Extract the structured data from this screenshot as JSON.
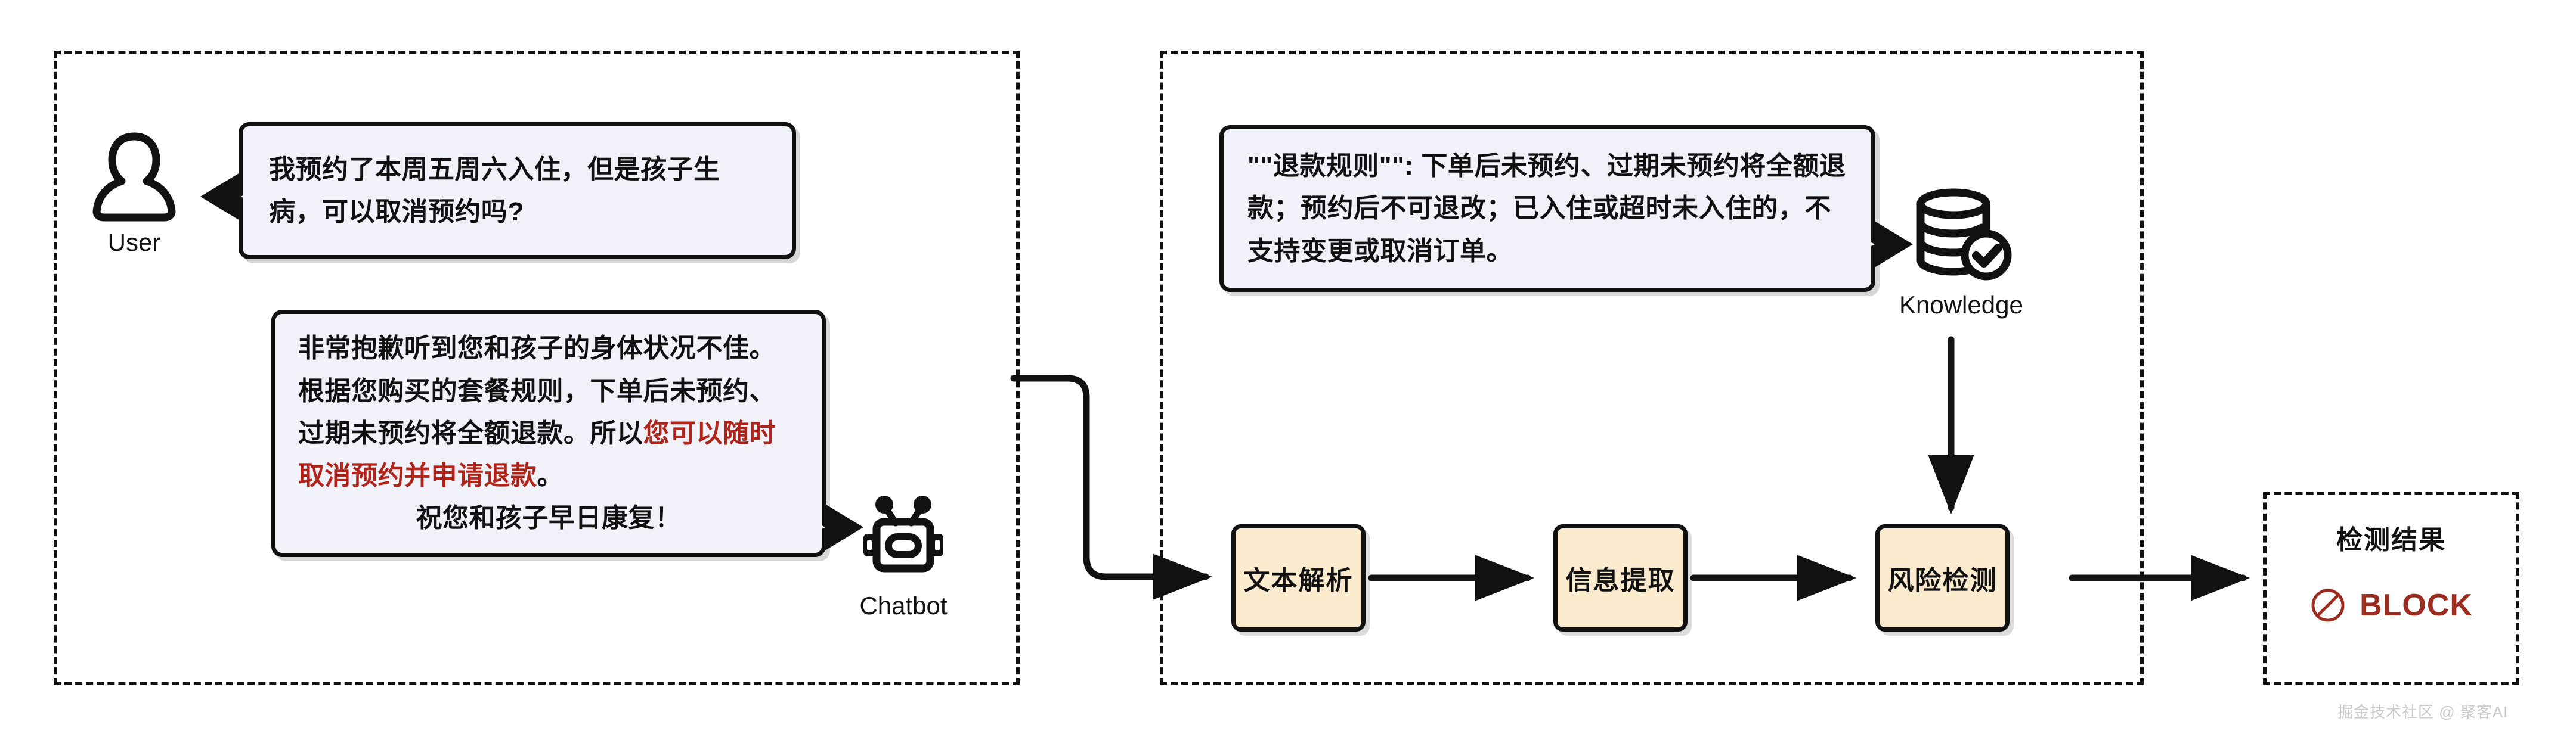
{
  "panels": {
    "conversation": {
      "name": "conversation-panel"
    },
    "pipeline": {
      "name": "pipeline-panel"
    },
    "result": {
      "name": "result-panel"
    }
  },
  "actors": {
    "user": {
      "label": "User",
      "icon": "user-icon"
    },
    "chatbot": {
      "label": "Chatbot",
      "icon": "robot-icon"
    },
    "knowledge": {
      "label": "Knowledge",
      "icon": "database-check-icon"
    }
  },
  "messages": {
    "user_question": "我预约了本周五周六入住，但是孩子生病，可以取消预约吗?",
    "bot_reply_part1": "非常抱歉听到您和孩子的身体状况不佳。根据您购买的套餐规则，下单后未预约、过期未预约将全额退款。所以",
    "bot_reply_highlight": "您可以随时取消预约并申请退款",
    "bot_reply_part2": "。",
    "bot_reply_closing": "祝您和孩子早日康复！",
    "knowledge_snippet": "\"\"退款规则\"\": 下单后未预约、过期未预约将全额退款；预约后不可退改；已入住或超时未入住的，不支持变更或取消订单。"
  },
  "pipeline": {
    "steps": [
      {
        "label": "文本解析"
      },
      {
        "label": "信息提取"
      },
      {
        "label": "风险检测"
      }
    ]
  },
  "result": {
    "title": "检测结果",
    "verdict": "BLOCK",
    "verdict_icon": "prohibition-icon"
  },
  "colors": {
    "bubble_fill": "#F1F2F9",
    "process_fill": "#FAEBCE",
    "stroke": "#111111",
    "danger": "#9B2D20",
    "highlight_text": "#B02318"
  },
  "watermark": {
    "text": "掘金技术社区 @ 聚客AI"
  }
}
